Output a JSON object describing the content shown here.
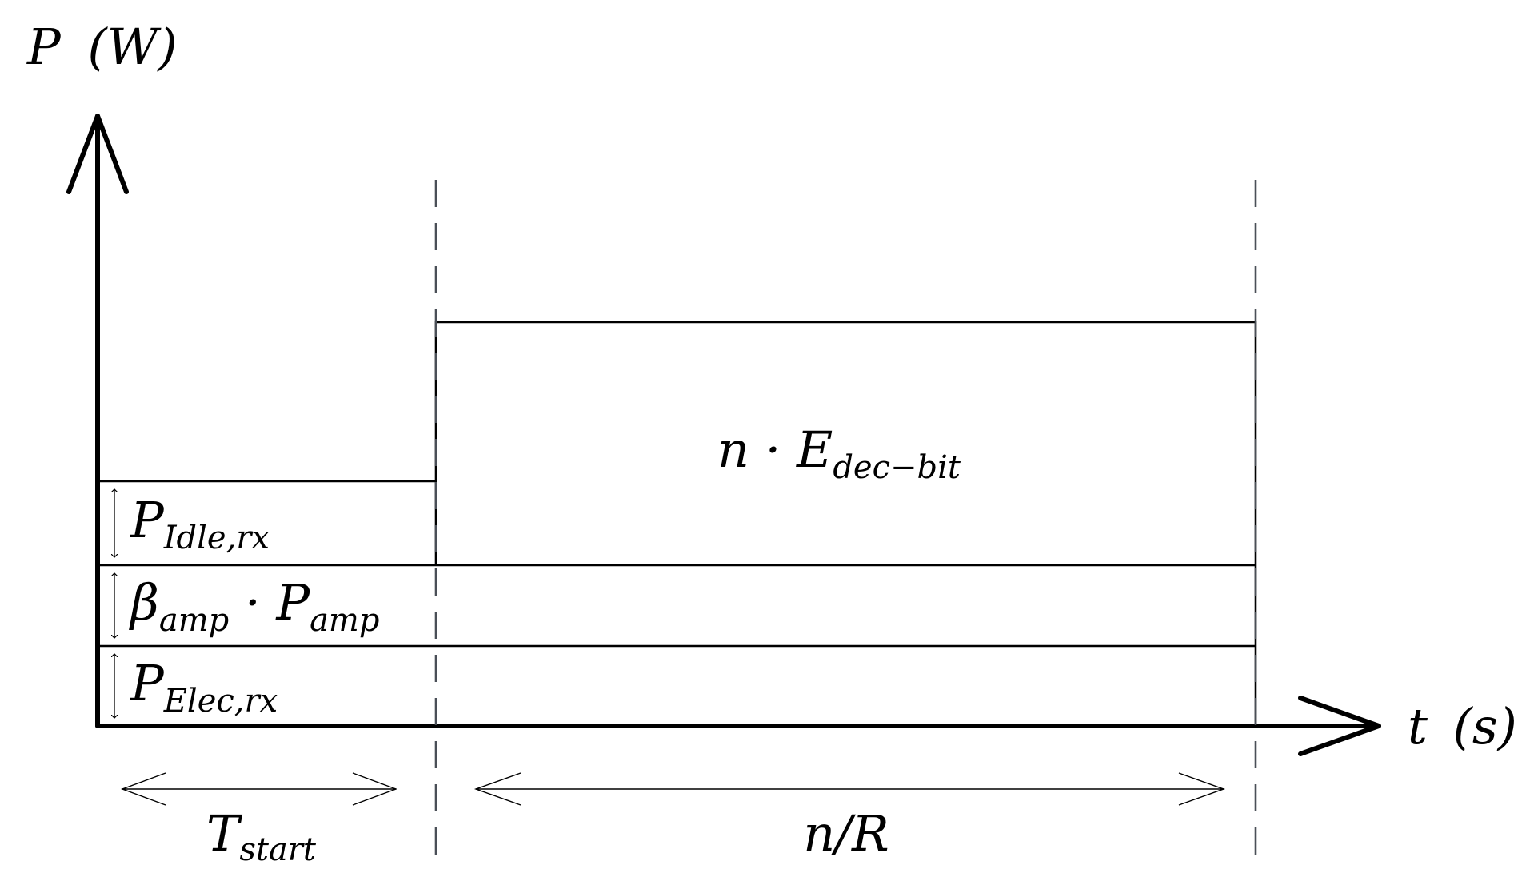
{
  "diagram": {
    "y_axis_label": {
      "main": "P",
      "unit": "(W)"
    },
    "x_axis_label": {
      "main": "t",
      "unit": "(s)"
    },
    "phases": [
      {
        "main": "T",
        "sub": "start"
      },
      {
        "main": "n/R",
        "sub": ""
      }
    ],
    "blocks": [
      {
        "main": "n · E",
        "sub": "dec−bit"
      }
    ],
    "levels": [
      {
        "main": "P",
        "sub": "Idle,rx"
      },
      {
        "main": "β",
        "sub": "amp",
        "mid": " · P",
        "sub2": "amp"
      },
      {
        "main": "P",
        "sub": "Elec,rx"
      }
    ]
  }
}
